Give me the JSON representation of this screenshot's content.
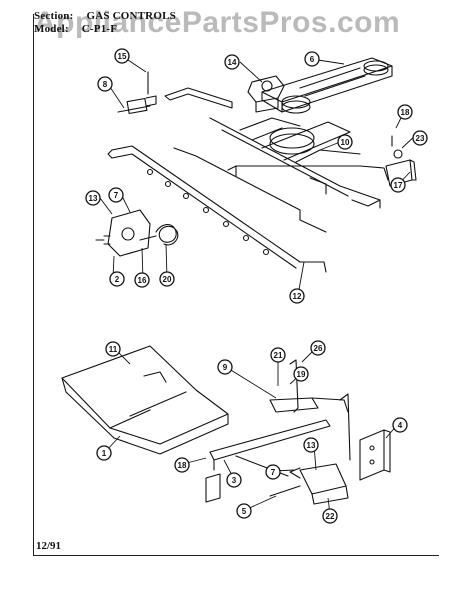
{
  "header": {
    "section_label": "Section:",
    "section_value": "GAS CONTROLS",
    "model_label": "Model:",
    "model_value": "C-P1-F"
  },
  "watermark": "AppliancePartsPros.com",
  "footer": {
    "date": "12/91"
  },
  "callouts": [
    "15",
    "8",
    "14",
    "6",
    "18",
    "10",
    "23",
    "17",
    "13",
    "7",
    "2",
    "16",
    "20",
    "12",
    "11",
    "1",
    "9",
    "21",
    "26",
    "19",
    "18",
    "3",
    "7",
    "13",
    "4",
    "5",
    "22"
  ]
}
